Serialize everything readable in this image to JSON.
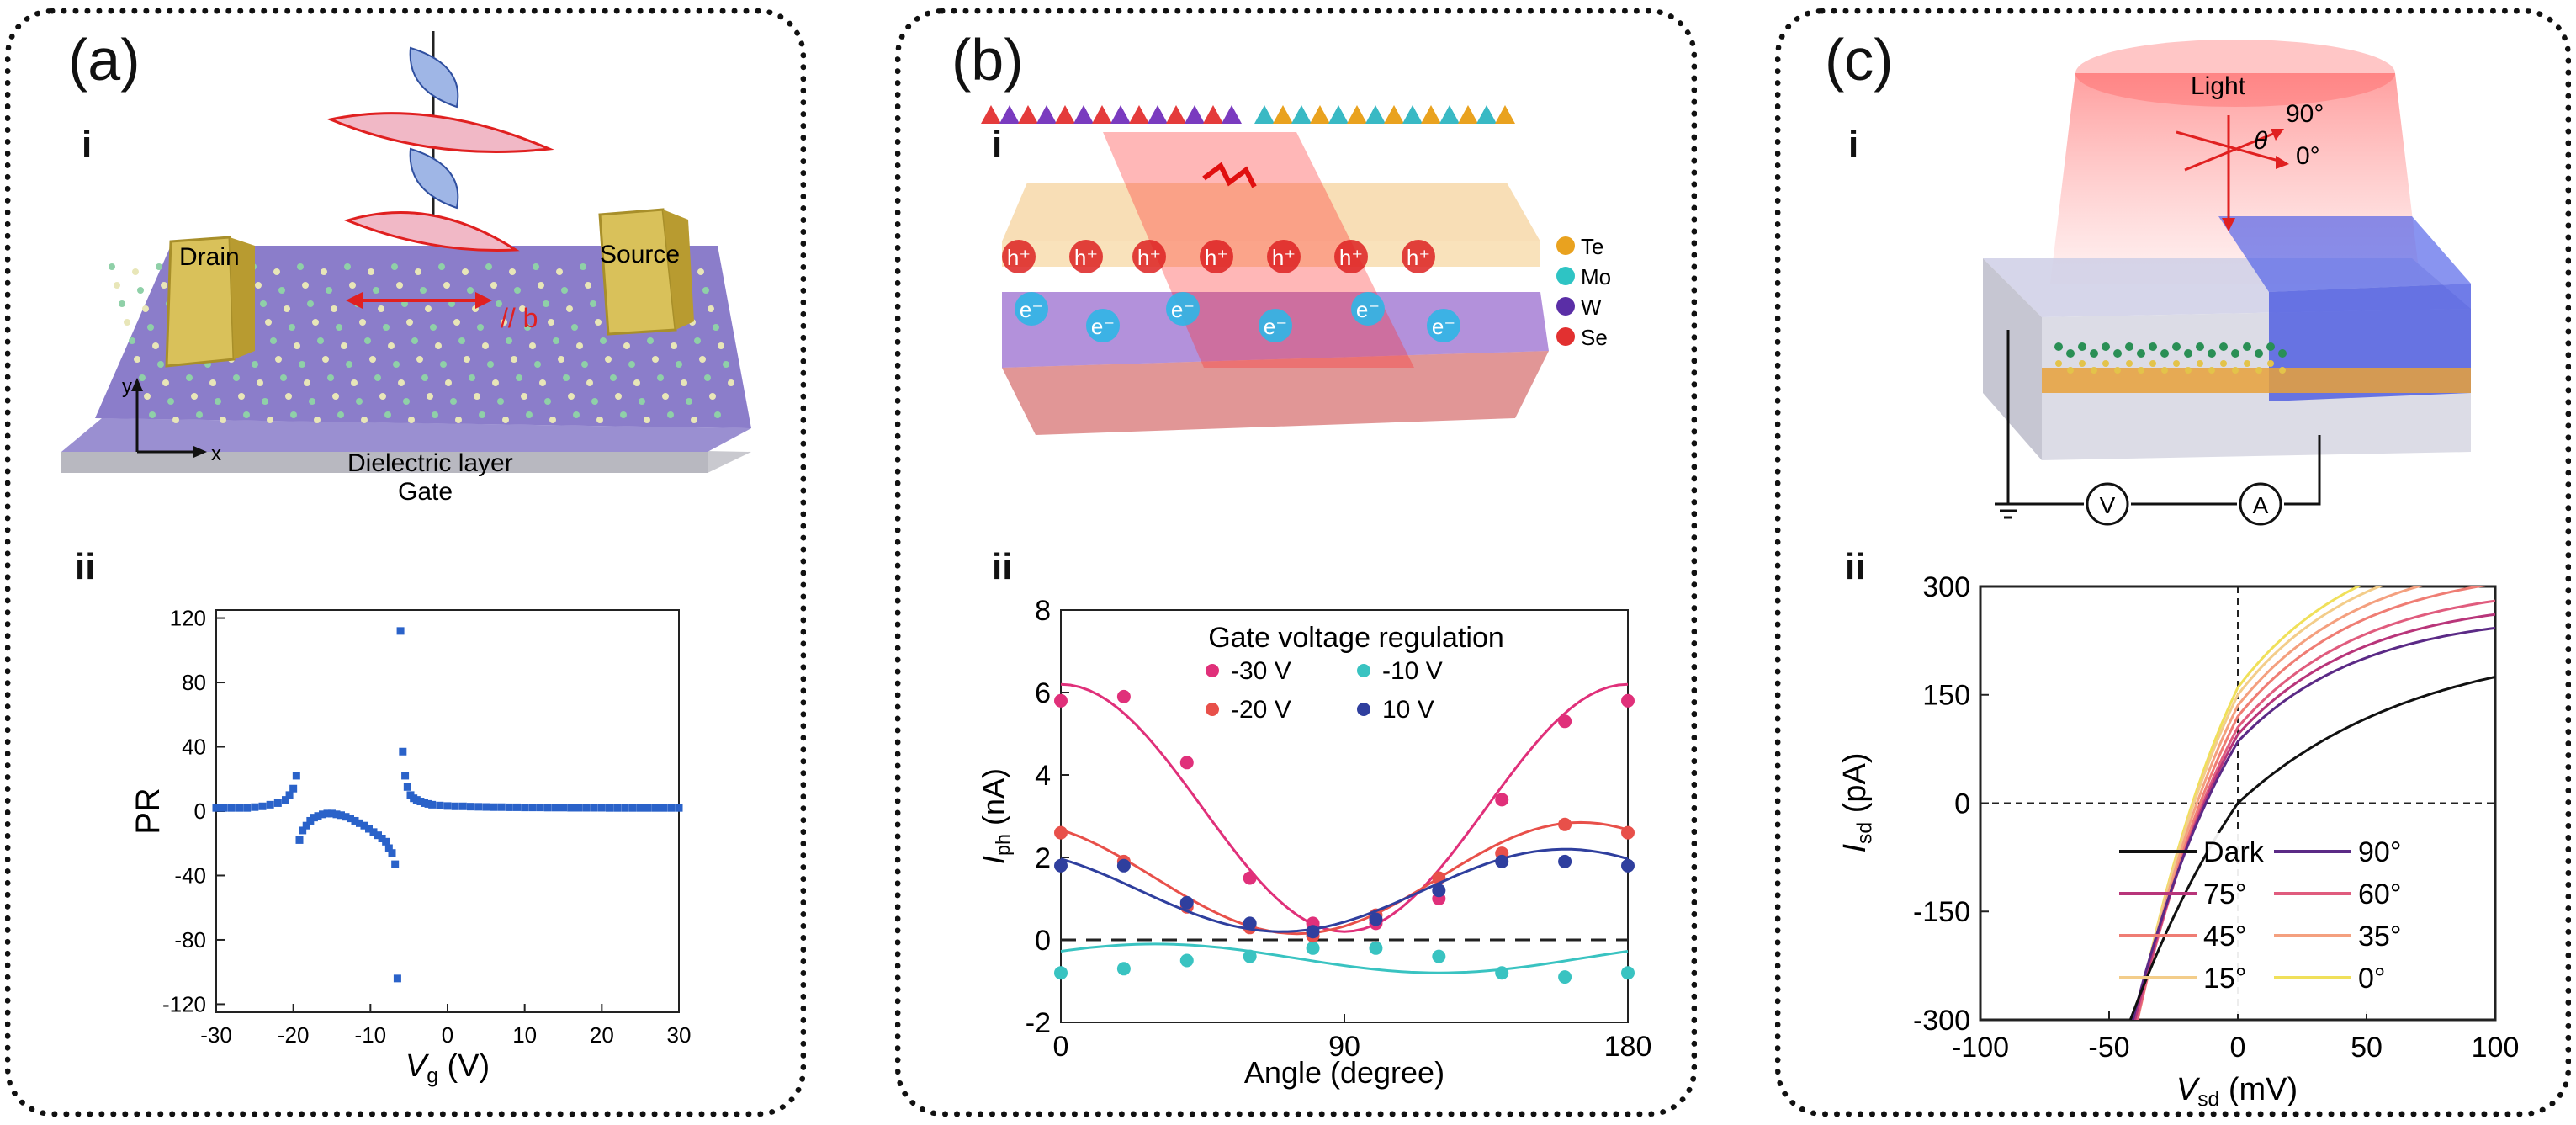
{
  "panels": {
    "a": {
      "label": "(a)",
      "sub1": "i",
      "sub2": "ii",
      "illus": {
        "drain": "Drain",
        "source": "Source",
        "pol": "// b",
        "dielectric": "Dielectric layer",
        "gate": "Gate",
        "ax_y": "y",
        "ax_x": "x"
      }
    },
    "b": {
      "label": "(b)",
      "sub1": "i",
      "sub2": "ii",
      "illus": {
        "legend": [
          "Te",
          "Mo",
          "W",
          "Se"
        ],
        "hole": "h⁺",
        "electron": "e⁻",
        "legend_colors": [
          "#e9a21f",
          "#2ec4c4",
          "#5a2ea6",
          "#e23030"
        ]
      }
    },
    "c": {
      "label": "(c)",
      "sub1": "i",
      "sub2": "ii",
      "illus": {
        "light": "Light",
        "deg90": "90°",
        "deg0": "0°",
        "theta": "θ",
        "volt": "V",
        "amp": "A"
      }
    }
  },
  "chart_data": [
    {
      "id": "a-ii",
      "type": "scatter",
      "xlabel": "V",
      "xlabel_sub": "g",
      "xlabel_unit": "(V)",
      "ylabel": "PR",
      "xlim": [
        -30,
        30
      ],
      "ylim": [
        -125,
        125
      ],
      "xticks": [
        -30,
        -20,
        -10,
        0,
        10,
        20,
        30
      ],
      "yticks": [
        -120,
        -80,
        -40,
        0,
        40,
        80,
        120
      ],
      "color": "#2a62c9",
      "series": [
        {
          "points": [
            [
              -30,
              2
            ],
            [
              -29,
              2
            ],
            [
              -28,
              2
            ],
            [
              -27,
              2
            ],
            [
              -26,
              2
            ],
            [
              -25,
              2.5
            ],
            [
              -24,
              3
            ],
            [
              -23,
              4
            ],
            [
              -22,
              5
            ],
            [
              -21,
              7
            ],
            [
              -20.5,
              10
            ],
            [
              -20,
              14
            ],
            [
              -19.6,
              22
            ],
            [
              -19.2,
              -18
            ],
            [
              -18.8,
              -12
            ],
            [
              -18.3,
              -9
            ],
            [
              -17.8,
              -6
            ],
            [
              -17.3,
              -4
            ],
            [
              -16.8,
              -3
            ],
            [
              -16.2,
              -2
            ],
            [
              -15.6,
              -1.5
            ],
            [
              -15,
              -1.5
            ],
            [
              -14.4,
              -2
            ],
            [
              -13.8,
              -2.5
            ],
            [
              -13.2,
              -3.5
            ],
            [
              -12.6,
              -4.5
            ],
            [
              -12,
              -6
            ],
            [
              -11.4,
              -7.5
            ],
            [
              -10.8,
              -9
            ],
            [
              -10.2,
              -11
            ],
            [
              -9.6,
              -13
            ],
            [
              -9,
              -15
            ],
            [
              -8.5,
              -17
            ],
            [
              -8,
              -19
            ],
            [
              -7.6,
              -23
            ],
            [
              -7.2,
              -26
            ],
            [
              -6.8,
              -33
            ],
            [
              -6.5,
              -104
            ],
            [
              -6.1,
              112
            ],
            [
              -5.8,
              37
            ],
            [
              -5.5,
              22
            ],
            [
              -5.2,
              15
            ],
            [
              -4.8,
              10
            ],
            [
              -4.4,
              8
            ],
            [
              -4,
              7
            ],
            [
              -3.5,
              6
            ],
            [
              -3,
              5
            ],
            [
              -2.5,
              4.5
            ],
            [
              -2,
              4
            ],
            [
              -1,
              3.5
            ],
            [
              0,
              3.2
            ],
            [
              1,
              3
            ],
            [
              2,
              3
            ],
            [
              3,
              2.8
            ],
            [
              4,
              2.7
            ],
            [
              5,
              2.6
            ],
            [
              6,
              2.5
            ],
            [
              7,
              2.5
            ],
            [
              8,
              2.4
            ],
            [
              9,
              2.4
            ],
            [
              10,
              2.3
            ],
            [
              11,
              2.3
            ],
            [
              12,
              2.3
            ],
            [
              13,
              2.2
            ],
            [
              14,
              2.2
            ],
            [
              15,
              2.2
            ],
            [
              16,
              2.1
            ],
            [
              17,
              2.1
            ],
            [
              18,
              2.1
            ],
            [
              19,
              2.1
            ],
            [
              20,
              2.1
            ],
            [
              21,
              2
            ],
            [
              22,
              2
            ],
            [
              23,
              2
            ],
            [
              24,
              2
            ],
            [
              25,
              2
            ],
            [
              26,
              2
            ],
            [
              27,
              2
            ],
            [
              28,
              2
            ],
            [
              29,
              2
            ],
            [
              30,
              2
            ]
          ]
        }
      ]
    },
    {
      "id": "b-ii",
      "type": "scatter",
      "title": "Gate voltage regulation",
      "xlabel": "Angle (degree)",
      "ylabel": "I",
      "ylabel_sub": "ph",
      "ylabel_unit": "(nA)",
      "xlim": [
        0,
        180
      ],
      "ylim": [
        -2,
        8
      ],
      "xticks": [
        0,
        90,
        180
      ],
      "yticks": [
        -2,
        0,
        2,
        4,
        6,
        8
      ],
      "series": [
        {
          "name": "-30 V",
          "color": "#e0307a",
          "points": [
            [
              0,
              5.8
            ],
            [
              20,
              5.9
            ],
            [
              40,
              4.3
            ],
            [
              60,
              1.5
            ],
            [
              80,
              0.4
            ],
            [
              100,
              0.4
            ],
            [
              120,
              1.0
            ],
            [
              140,
              3.4
            ],
            [
              160,
              5.3
            ],
            [
              180,
              5.8
            ]
          ],
          "fit": {
            "a": 3.2,
            "b": 3.0,
            "phase": 0
          }
        },
        {
          "name": "-10 V",
          "color": "#39c3c1",
          "points": [
            [
              0,
              -0.8
            ],
            [
              20,
              -0.7
            ],
            [
              40,
              -0.5
            ],
            [
              60,
              -0.4
            ],
            [
              80,
              -0.2
            ],
            [
              100,
              -0.2
            ],
            [
              120,
              -0.4
            ],
            [
              140,
              -0.8
            ],
            [
              160,
              -0.9
            ],
            [
              180,
              -0.8
            ]
          ],
          "fit": {
            "a": -0.45,
            "b": 0.35,
            "phase": 30
          }
        },
        {
          "name": "-20 V",
          "color": "#e8504a",
          "points": [
            [
              0,
              2.6
            ],
            [
              20,
              1.9
            ],
            [
              40,
              0.8
            ],
            [
              60,
              0.3
            ],
            [
              80,
              0.1
            ],
            [
              100,
              0.6
            ],
            [
              120,
              1.5
            ],
            [
              140,
              2.1
            ],
            [
              160,
              2.8
            ],
            [
              180,
              2.6
            ]
          ],
          "fit": {
            "a": 1.5,
            "b": 1.35,
            "phase": -15
          }
        },
        {
          "name": "10 V",
          "color": "#2f3f9e",
          "points": [
            [
              0,
              1.8
            ],
            [
              20,
              1.8
            ],
            [
              40,
              0.9
            ],
            [
              60,
              0.4
            ],
            [
              80,
              0.2
            ],
            [
              100,
              0.5
            ],
            [
              120,
              1.2
            ],
            [
              140,
              1.9
            ],
            [
              160,
              1.9
            ],
            [
              180,
              1.8
            ]
          ],
          "fit": {
            "a": 1.2,
            "b": 1.0,
            "phase": -20
          }
        }
      ]
    },
    {
      "id": "c-ii",
      "type": "line",
      "xlabel": "V",
      "xlabel_sub": "sd",
      "xlabel_unit": "(mV)",
      "ylabel": "I",
      "ylabel_sub": "sd",
      "ylabel_unit": "(pA)",
      "xlim": [
        -100,
        100
      ],
      "ylim": [
        -300,
        300
      ],
      "xticks": [
        -100,
        -50,
        0,
        50,
        100
      ],
      "yticks": [
        -300,
        -150,
        0,
        150,
        300
      ],
      "series": [
        {
          "name": "Dark",
          "color": "#111111",
          "isc": 0,
          "isat": 230,
          "vt": 70,
          "left_x": -85
        },
        {
          "name": "90°",
          "color": "#5b2a86",
          "isc": 85,
          "isat": 180,
          "vt": 48,
          "left_x": -97
        },
        {
          "name": "75°",
          "color": "#b8357a",
          "isc": 95,
          "isat": 190,
          "vt": 48,
          "left_x": -98
        },
        {
          "name": "60°",
          "color": "#e05c7e",
          "isc": 105,
          "isat": 200,
          "vt": 48,
          "left_x": -99
        },
        {
          "name": "45°",
          "color": "#ef7d74",
          "isc": 120,
          "isat": 210,
          "vt": 48,
          "left_x": -100
        },
        {
          "name": "35°",
          "color": "#f4a07f",
          "isc": 135,
          "isat": 215,
          "vt": 48,
          "left_x": -100
        },
        {
          "name": "15°",
          "color": "#f3cd8a",
          "isc": 150,
          "isat": 220,
          "vt": 48,
          "left_x": -100
        },
        {
          "name": "0°",
          "color": "#f0e05a",
          "isc": 160,
          "isat": 225,
          "vt": 48,
          "left_x": -100
        }
      ]
    }
  ]
}
